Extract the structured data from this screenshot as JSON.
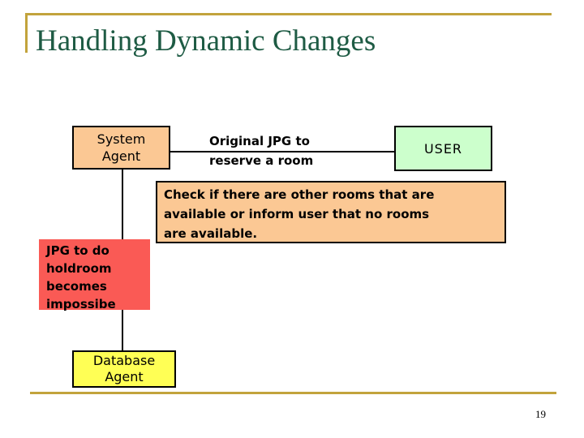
{
  "slide": {
    "title": "Handling Dynamic Changes",
    "page_number": "19"
  },
  "diagram": {
    "system_agent_label": "System\nAgent",
    "user_label": "USER",
    "database_agent_label": "Database\nAgent",
    "message_label": "Original JPG to\nreserve a room",
    "check_note": "Check if there are other rooms that are\navailable or inform user that no rooms\nare available.",
    "failure_note": "JPG to do\nholdroom\nbecomes\nimpossibe"
  },
  "colors": {
    "accent-gold": "#C2A33C",
    "title-green": "#1E5B44",
    "box-peach": "#FBC894",
    "box-green": "#CCFFCC",
    "box-red": "#FA5A55",
    "box-yellow": "#FFFF55",
    "connector-black": "#000000"
  }
}
